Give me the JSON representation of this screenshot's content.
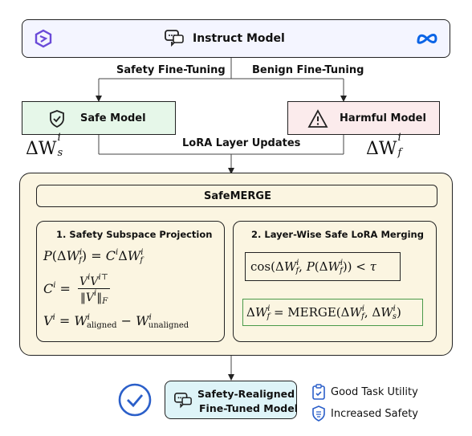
{
  "instruct": {
    "label": "Instruct Model"
  },
  "branches": {
    "safety_label": "Safety Fine-Tuning",
    "benign_label": "Benign Fine-Tuning"
  },
  "safe": {
    "label": "Safe Model",
    "symbol": "ΔW",
    "sup": "i",
    "sub": "s"
  },
  "harmful": {
    "label": "Harmful Model",
    "symbol": "ΔW",
    "sup": "i",
    "sub": "f"
  },
  "lora_updates": "LoRA Layer Updates",
  "safemerge": {
    "title": "SafeMERGE",
    "projection": {
      "title": "1. Safety Subspace Projection"
    },
    "merging": {
      "title": "2. Layer-Wise Safe LoRA Merging"
    }
  },
  "result": {
    "line1": "Safety-Realigned",
    "line2": "Fine-Tuned Model"
  },
  "legend": {
    "utility": "Good Task Utility",
    "safety": "Increased Safety"
  },
  "colors": {
    "instruct_bg": "#f4f5ff",
    "safe_bg": "#e6f7e9",
    "harmful_bg": "#fbebec",
    "merge_bg": "#fbf5e1",
    "result_bg": "#def4f8",
    "check_blue": "#2b5fc9",
    "merge_border_green": "#4a9a4a"
  }
}
